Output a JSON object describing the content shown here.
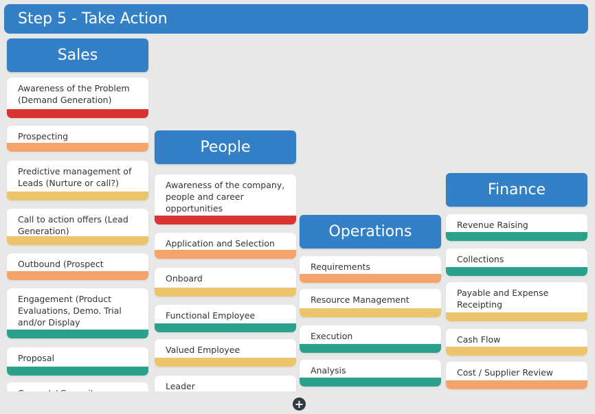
{
  "page": {
    "title": "Step 5 - Take Action"
  },
  "colors": {
    "header_blue": "#3380c6",
    "red": "#d93333",
    "orange": "#f4a46a",
    "yellow": "#ecc469",
    "teal": "#2aa18a"
  },
  "sales": {
    "title": "Sales",
    "items": [
      {
        "label": "Awareness of the Problem (Demand Generation)",
        "color": "#d93333"
      },
      {
        "label": "Prospecting",
        "color": "#f4a46a"
      },
      {
        "label": "Predictive management of Leads (Nurture or call?)",
        "color": "#ecc469"
      },
      {
        "label": "Call to action offers (Lead Generation)",
        "color": "#ecc469"
      },
      {
        "label": "Outbound (Prospect Nurture)",
        "color": "#f4a46a"
      },
      {
        "label": "Engagement (Product Evaluations, Demo. Trial and/or Display",
        "color": "#2aa18a"
      },
      {
        "label": "Proposal",
        "color": "#2aa18a"
      },
      {
        "label": "Convert / Commit",
        "color": "#2aa18a"
      }
    ]
  },
  "people": {
    "title": "People",
    "items": [
      {
        "label": "Awareness of the company, people and career opportunities",
        "color": "#d93333"
      },
      {
        "label": "Application and Selection",
        "color": "#f4a46a"
      },
      {
        "label": "Onboard",
        "color": "#ecc469"
      },
      {
        "label": "Functional Employee",
        "color": "#2aa18a"
      },
      {
        "label": "Valued Employee",
        "color": "#ecc469"
      },
      {
        "label": "Leader",
        "color": "#2aa18a"
      }
    ]
  },
  "operations": {
    "title": "Operations",
    "items": [
      {
        "label": "Requirements",
        "color": "#f4a46a"
      },
      {
        "label": "Resource Management",
        "color": "#ecc469"
      },
      {
        "label": "Execution",
        "color": "#2aa18a"
      },
      {
        "label": "Analysis",
        "color": "#2aa18a"
      }
    ]
  },
  "finance": {
    "title": "Finance",
    "items": [
      {
        "label": "Revenue Raising",
        "color": "#2aa18a"
      },
      {
        "label": "Collections",
        "color": "#2aa18a"
      },
      {
        "label": "Payable and Expense Receipting",
        "color": "#ecc469"
      },
      {
        "label": "Cash Flow",
        "color": "#ecc469"
      },
      {
        "label": "Cost / Supplier Review",
        "color": "#f4a46a"
      }
    ]
  },
  "controls": {
    "add_symbol": "+"
  }
}
